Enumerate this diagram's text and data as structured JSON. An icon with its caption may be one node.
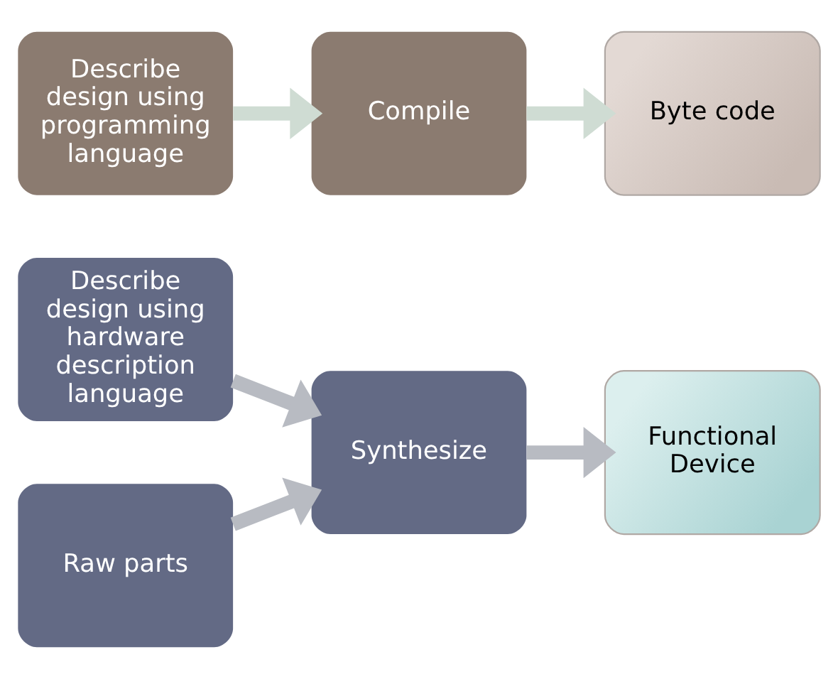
{
  "diagram": {
    "nodes": [
      {
        "text": [
          "Describe design using programming language"
        ]
      },
      {
        "text": [
          "Compile"
        ]
      },
      {
        "text": [
          "Byte code"
        ]
      },
      {
        "text": [
          "Describe design using hardware description language"
        ]
      },
      {
        "text": [
          "Raw parts"
        ]
      },
      {
        "text": [
          "Synthesize"
        ]
      },
      {
        "text": [
          "Functional Device"
        ]
      }
    ],
    "edges": [
      {
        "from": 0,
        "to": 1,
        "arrow": "to",
        "color": "#cfdcd3"
      },
      {
        "from": 1,
        "to": 2,
        "arrow": "to",
        "color": "#cfdcd3"
      },
      {
        "from": 3,
        "to": 5,
        "arrow": "to"
      },
      {
        "from": 4,
        "to": 5,
        "arrow": "to"
      },
      {
        "from": 5,
        "to": 6,
        "arrow": "to"
      }
    ]
  }
}
